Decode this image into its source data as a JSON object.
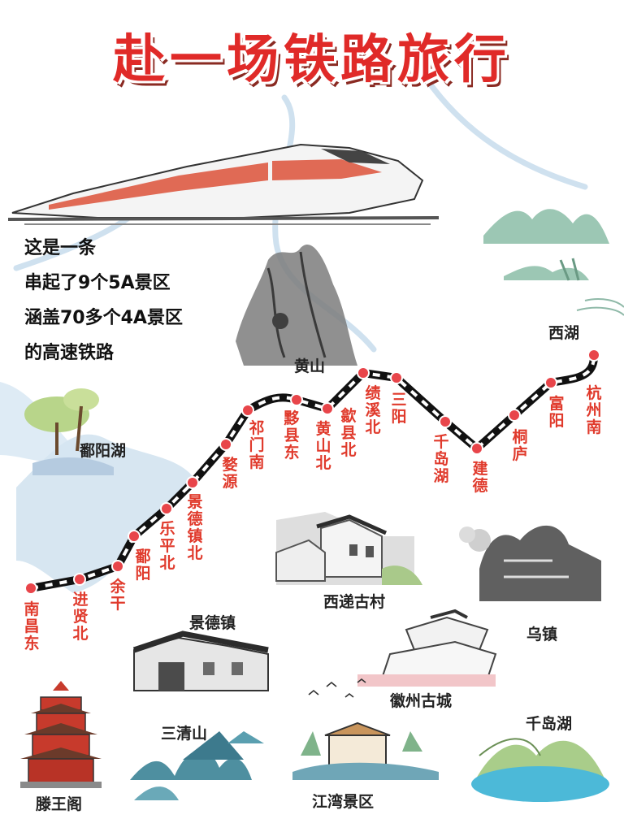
{
  "title": "赴一场铁路旅行",
  "intro": [
    "这是一条",
    "串起了9个5A景区",
    "涵盖70多个4A景区",
    "的高速铁路"
  ],
  "colors": {
    "title": "#e02a28",
    "station": "#e03a2c",
    "route": "#111111",
    "dot": "#e8454a",
    "water": "#cde0ee"
  },
  "stations": [
    "南昌东",
    "进贤北",
    "余干",
    "鄱阳",
    "乐平北",
    "景德镇北",
    "婺源",
    "祁门南",
    "黟县东",
    "黄山北",
    "歙县北",
    "绩溪北",
    "三阳",
    "千岛湖",
    "建德",
    "桐庐",
    "富阳",
    "杭州南"
  ],
  "places": [
    "黄山",
    "西湖",
    "鄱阳湖",
    "西递古村",
    "乌镇",
    "景德镇",
    "徽州古城",
    "三清山",
    "千岛湖",
    "滕王阁",
    "江湾景区"
  ]
}
